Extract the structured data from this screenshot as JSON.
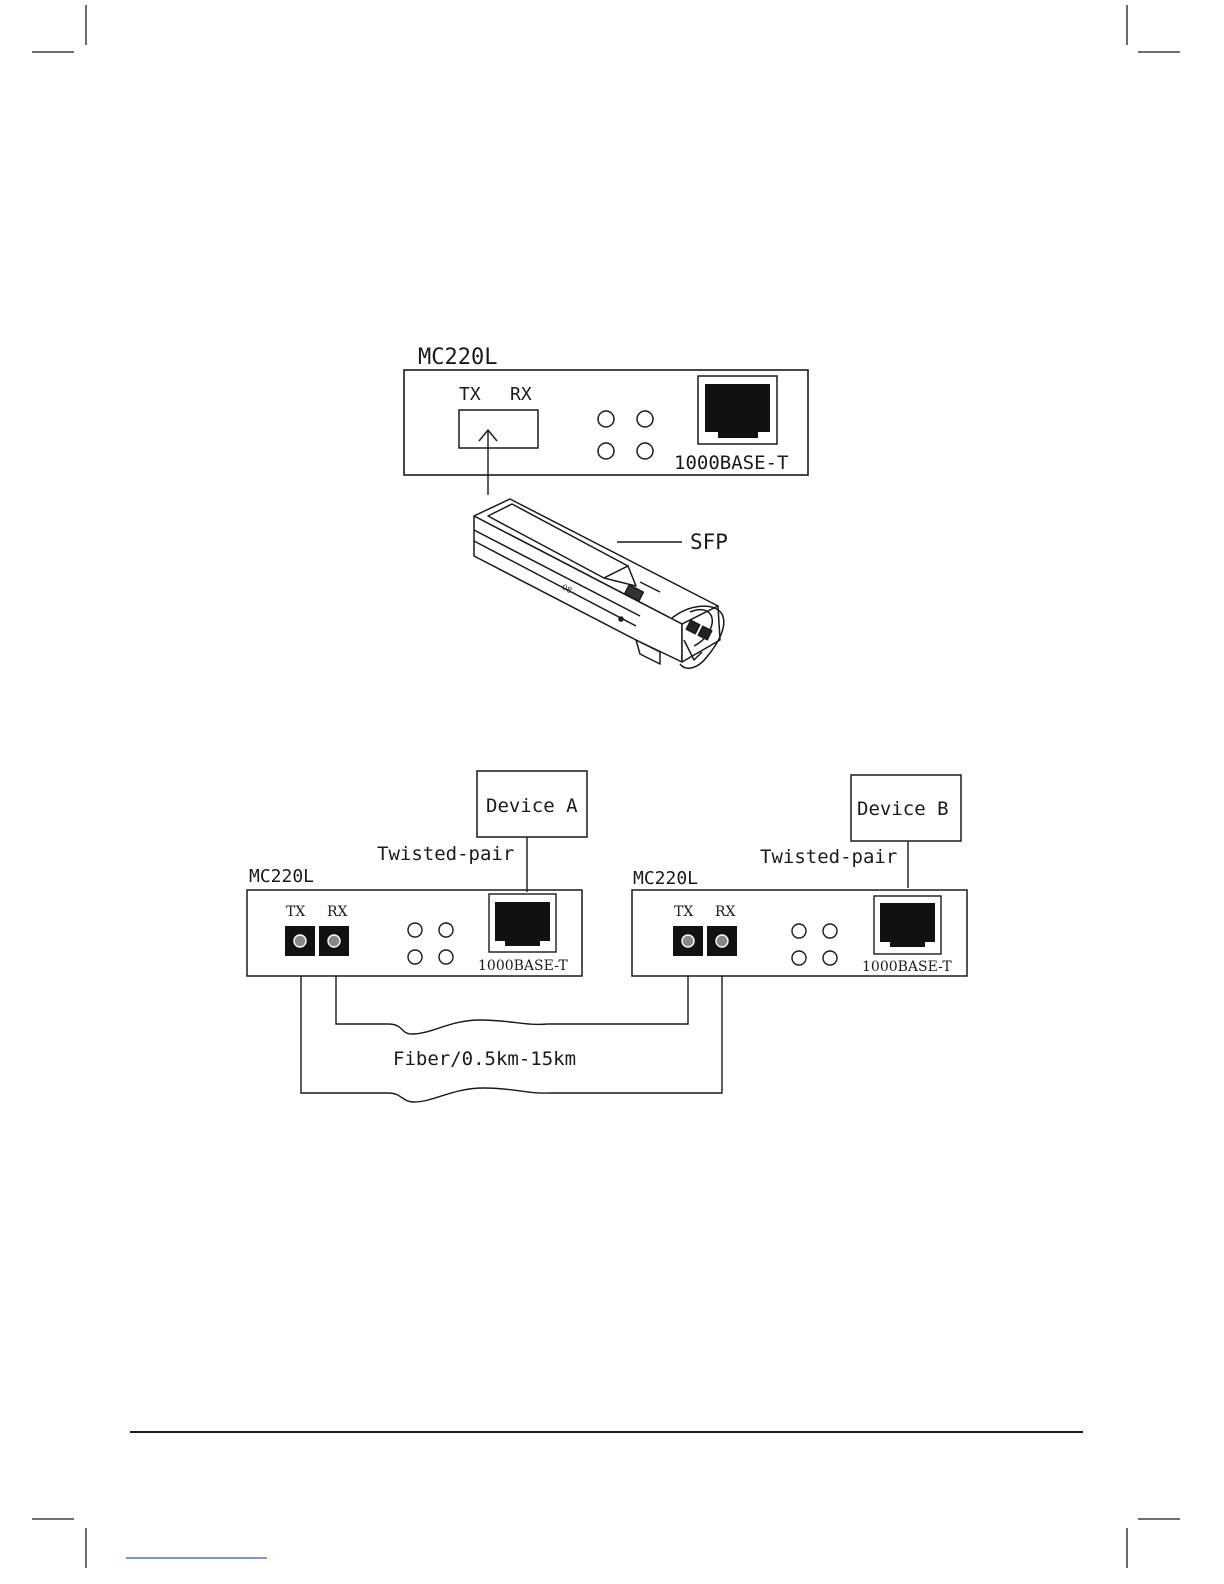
{
  "figure1": {
    "model_label": "MC220L",
    "tx_label": "TX",
    "rx_label": "RX",
    "port_label": "1000BASE-T",
    "sfp_label": "SFP",
    "sfp_body_mark": "08"
  },
  "figure2": {
    "device_a": "Device A",
    "device_b": "Device B",
    "twisted_pair_a": "Twisted-pair",
    "twisted_pair_b": "Twisted-pair",
    "left_unit": {
      "model_label": "MC220L",
      "tx_label": "TX",
      "rx_label": "RX",
      "port_label": "1000BASE-T"
    },
    "right_unit": {
      "model_label": "MC220L",
      "tx_label": "TX",
      "rx_label": "RX",
      "port_label": "1000BASE-T"
    },
    "fiber_label": "Fiber/0.5km-15km"
  },
  "colors": {
    "ink": "#1a1a1a",
    "footer_link": "#3355cc"
  }
}
